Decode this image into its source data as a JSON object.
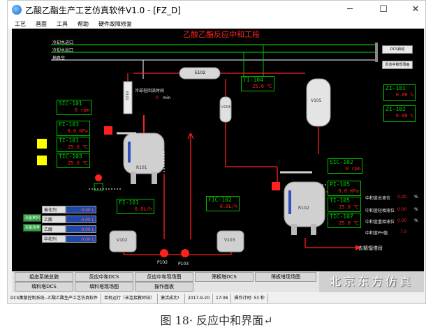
{
  "window": {
    "title": "乙酸乙酯生产工艺仿真软件V1.0 - [FZ_D]",
    "minimize_icon": "minimize-icon",
    "maximize_icon": "maximize-icon",
    "close_icon": "close-icon"
  },
  "menu": [
    "工艺",
    "画面",
    "工具",
    "帮助",
    "硬件故障修复"
  ],
  "scene": {
    "title": "乙酸乙酯反应中和工段",
    "lines": {
      "cooling_in": "冷却水进口",
      "cooling_out": "冷却水出口",
      "vacuum": "抽真空"
    },
    "side_buttons": [
      "DCS启动",
      "反应中和现场画"
    ],
    "equipment": {
      "e102": "E102",
      "e101": "E101",
      "v104": "V104",
      "v105": "V105",
      "r101": "R101",
      "r102": "R102",
      "v102": "V102",
      "v103": "V103",
      "p102": "P102",
      "p103": "P103"
    },
    "reflux_label": "冷却柱回流时间",
    "reflux_value": "0",
    "reflux_unit": "min",
    "to_tower": "去精馏塔段",
    "tags": {
      "ti104": {
        "name": "TI-104",
        "value": "25.0 ℃"
      },
      "sic101": {
        "name": "SIC-101",
        "value": "0 rpm"
      },
      "pi103": {
        "name": "PI-103",
        "value": "0.0 KPa"
      },
      "ti101": {
        "name": "TI-101",
        "value": "25.0 ℃"
      },
      "tic103": {
        "name": "TIC-103",
        "value": "25.0 ℃"
      },
      "zi101": {
        "name": "ZI-101",
        "value": "0.00 %"
      },
      "zi102": {
        "name": "ZI-102",
        "value": "0.00 %"
      },
      "sic102": {
        "name": "SIC-102",
        "value": "0 rpm"
      },
      "pi105": {
        "name": "PI-105",
        "value": "0.0 KPa"
      },
      "ti105": {
        "name": "TI-105",
        "value": "25.0 ℃"
      },
      "tic107": {
        "name": "TIC-107",
        "value": "25.0 ℃"
      },
      "fi101": {
        "name": "FI-101",
        "value": "0.0L/h"
      },
      "fic102": {
        "name": "FIC-102",
        "value": "0.0L/h"
      }
    },
    "readouts": [
      {
        "label": "中和釜总液位",
        "value": "0.00",
        "unit": "%"
      },
      {
        "label": "中和釜轻相液位",
        "value": "0.00",
        "unit": "%"
      },
      {
        "label": "中和釜重相液位",
        "value": "0.00",
        "unit": "%"
      },
      {
        "label": "中和釜PH值",
        "value": "7.0",
        "unit": ""
      }
    ],
    "feeds": [
      {
        "label": "催化剂",
        "value": "0.00 L"
      },
      {
        "label": "乙酸",
        "value": "0.00 L"
      },
      {
        "label": "乙醇",
        "value": "0.00 L"
      },
      {
        "label": "中和剂",
        "value": "0.00 L"
      }
    ],
    "feed_buttons": [
      "流量累积",
      "流量清零"
    ]
  },
  "nav": {
    "row1": [
      "组态系统总貌",
      "反应中和DCS",
      "反应中和现场图",
      "筛板塔DCS",
      "筛板塔现场图"
    ],
    "row2": [
      "填料塔DCS",
      "填料塔现场图",
      "操作面板"
    ],
    "brand": "北京东方仿真"
  },
  "status": [
    "DCS集散控制系统--乙酸乙酯生产工艺仿真软件",
    "单机运行（未连接教师站）",
    "激活成功！",
    "2017-9-20",
    "17:08",
    "操作计时: 53 秒"
  ],
  "caption": "图 18· 反应中和界面↵",
  "colors": {
    "background": "#000000",
    "pipe_red": "#ff2020",
    "pipe_green": "#00c000",
    "tag_green": "#00d000",
    "alarm_yellow": "#ffff00",
    "feed_blue": "#1f48a8"
  }
}
